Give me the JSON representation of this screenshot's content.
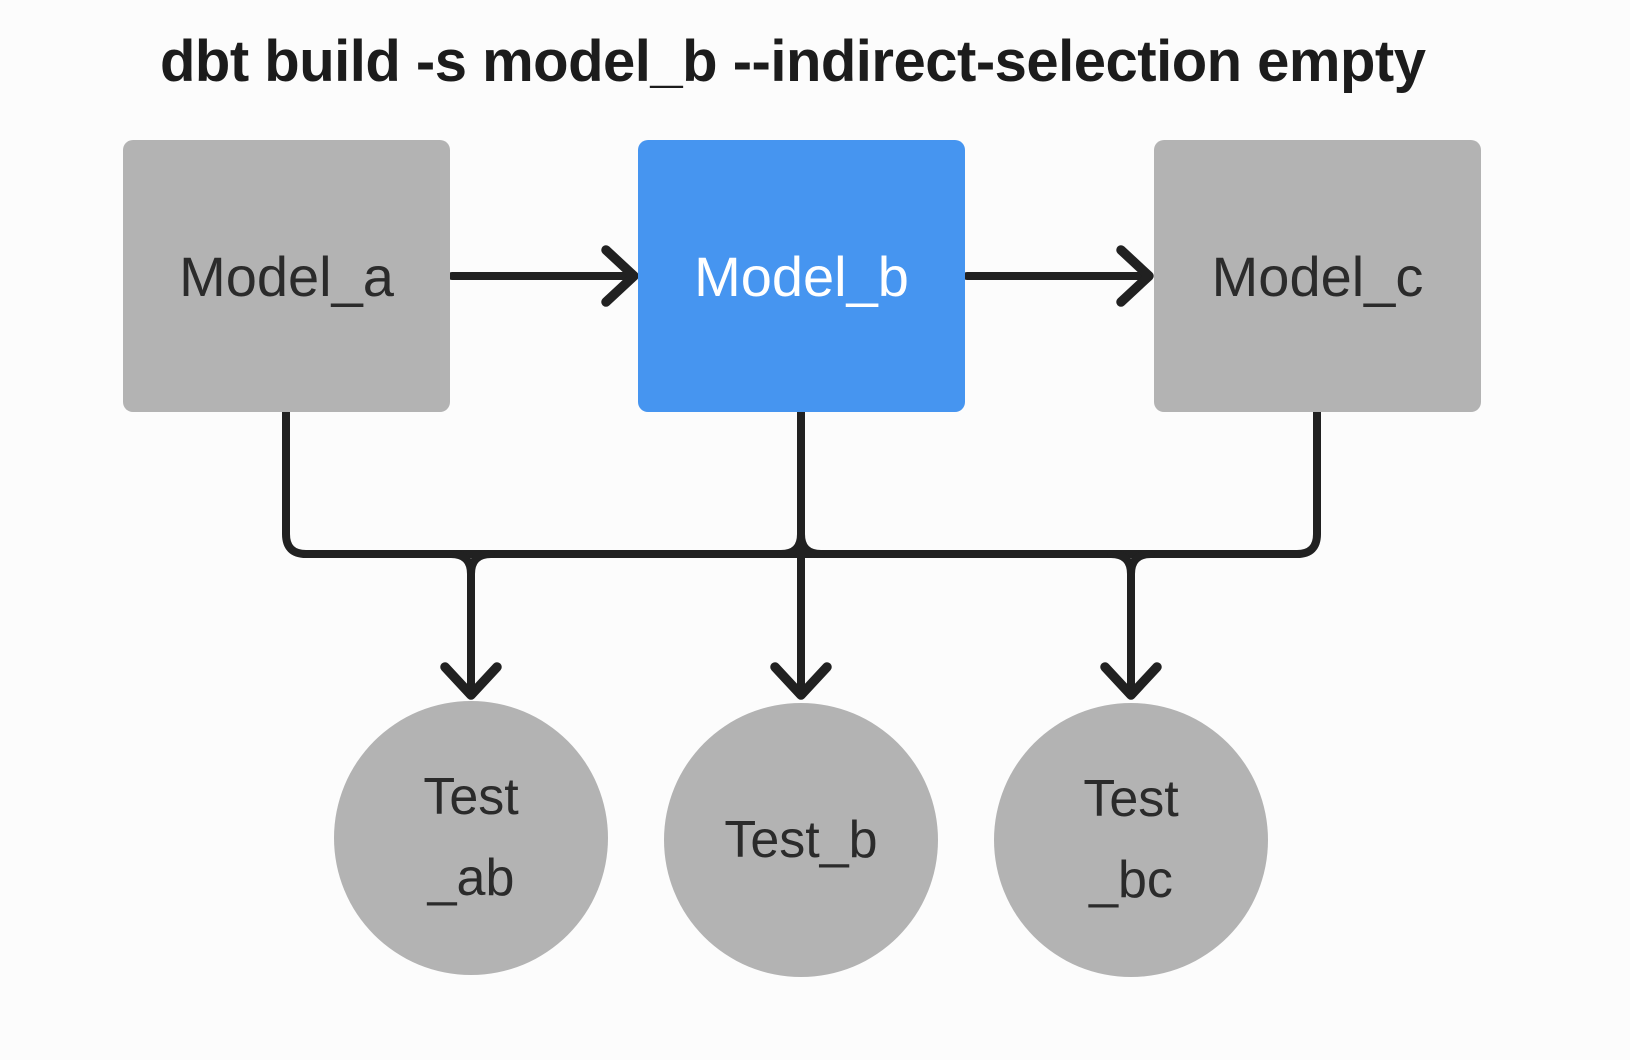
{
  "title": "dbt build -s model_b --indirect-selection empty",
  "colors": {
    "bg": "#fcfcfc",
    "node-gray": "#b3b3b3",
    "accent-blue": "#4695f0",
    "line-dark": "#212121",
    "text-dark": "#2b2b2b",
    "text-light": "#ffffff"
  },
  "diagram": {
    "models": [
      {
        "label": "Model_a",
        "selected": false,
        "fill": "gray"
      },
      {
        "label": "Model_b",
        "selected": true,
        "fill": "blue"
      },
      {
        "label": "Model_c",
        "selected": false,
        "fill": "gray"
      }
    ],
    "tests": [
      {
        "label": "Test\n_ab"
      },
      {
        "label": "Test_b"
      },
      {
        "label": "Test\n_bc"
      }
    ],
    "arrows": [
      "Model_a → Model_b",
      "Model_b → Model_c",
      "shared connector line → Test_ab",
      "shared connector line → Test_b",
      "shared connector line → Test_bc"
    ]
  }
}
